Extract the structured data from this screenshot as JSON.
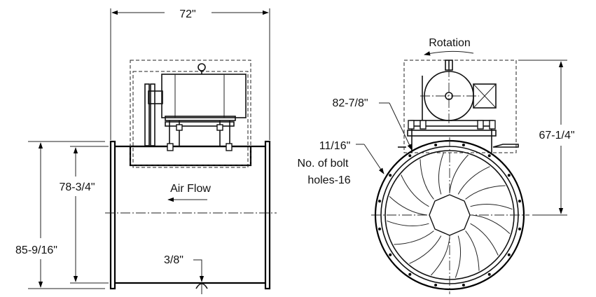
{
  "side_view": {
    "width_dim": "72\"",
    "height_outer_dim": "85-9/16\"",
    "height_inner_dim": "78-3/4\"",
    "airflow_label": "Air Flow",
    "flange_dim": "3/8\""
  },
  "end_view": {
    "rotation_label": "Rotation",
    "bolt_circle_dim": "82-7/8\"",
    "bolt_hole_dim": "11/16\"",
    "bolt_count_line1": "No. of bolt",
    "bolt_count_line2": "holes-16",
    "motor_height_dim": "67-1/4\""
  }
}
